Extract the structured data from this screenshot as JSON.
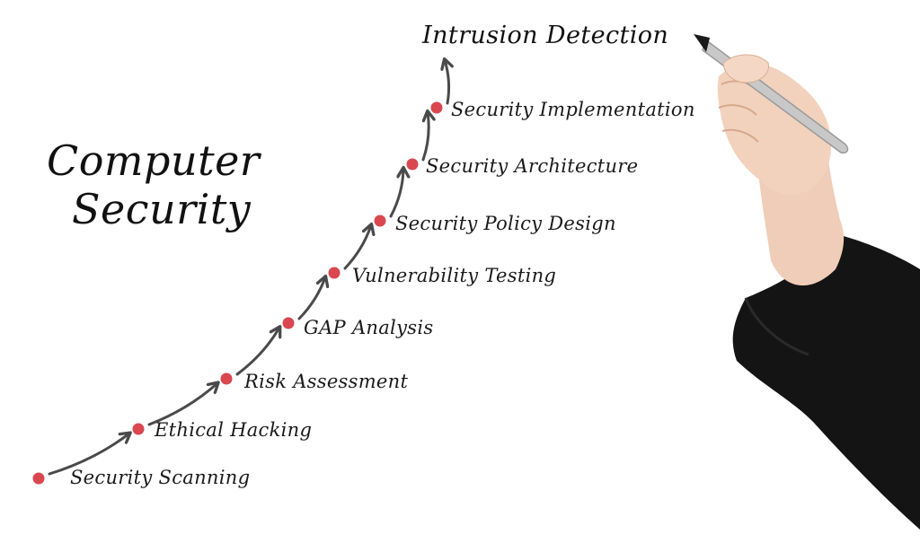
{
  "title": {
    "line1": "Computer",
    "line2": "Security"
  },
  "goal": "Intrusion Detection",
  "steps": [
    "Security Scanning",
    "Ethical Hacking",
    "Risk Assessment",
    "GAP Analysis",
    "Vulnerability Testing",
    "Security Policy Design",
    "Security Architecture",
    "Security Implementation"
  ],
  "colors": {
    "dot": "#d9474f",
    "arrow": "#4a4a4a",
    "ink": "#111111",
    "sleeve": "#141414",
    "skin": "#f0cdb8",
    "marker": "#c8c8c8"
  }
}
